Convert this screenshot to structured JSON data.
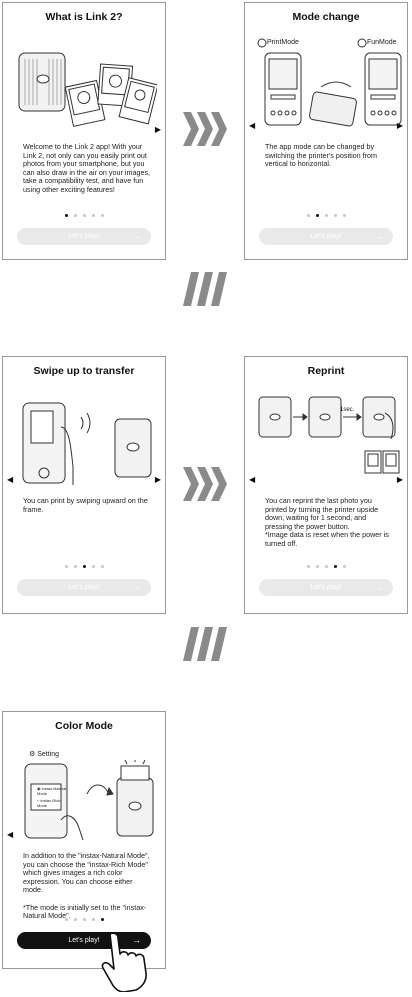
{
  "screens": [
    {
      "title": "What is Link 2?",
      "body": "Welcome to the Link 2 app! With your Link 2, not only can you easily print out photos from your smartphone, but you can also draw in the air on your images, take a compatibility test, and have fun using other exciting features!",
      "button": "Let's play!",
      "active_dot": 0
    },
    {
      "title": "Mode change",
      "body": "The app mode can be changed by switching the printer's position from vertical to horizontal.",
      "button": "Let's play!",
      "active_dot": 1,
      "label_left": "PrintMode",
      "label_right": "FunMode"
    },
    {
      "title": "Swipe up to transfer",
      "body": "You can print by swiping upward on the frame.",
      "button": "Let's play!",
      "active_dot": 2
    },
    {
      "title": "Reprint",
      "body": "You can reprint the last photo you printed by turning the printer upside down, waiting for 1 second, and pressing the power button.\n*Image data is reset when the power is turned off.",
      "button": "Let's play!",
      "active_dot": 3,
      "timer_label": "1sec."
    },
    {
      "title": "Color Mode",
      "body": "In addition to the \"instax-Natural Mode\", you can choose the \"instax-Rich Mode\" which gives images a rich color expression. You can choose either mode.\n\n*The mode is initially set to the \"instax-Natural Mode\".",
      "button": "Let's play!",
      "active_dot": 4,
      "setting_label": "Setting",
      "option1": "instax-Natural Mode",
      "option2": "instax-Rich Mode"
    }
  ],
  "icons": {
    "next": "chevron-right-icon",
    "prev": "chevron-left-icon",
    "flow_forward": "triple-chevron-right-icon",
    "flow_down": "triple-chevron-down-left-icon",
    "button_arrow": "arrow-right-icon",
    "pointer": "hand-pointer-icon"
  },
  "colors": {
    "button_disabled": "#e9e9e9",
    "button_active": "#111111",
    "dot_active": "#111111",
    "dot_inactive": "#c8c8c8"
  }
}
